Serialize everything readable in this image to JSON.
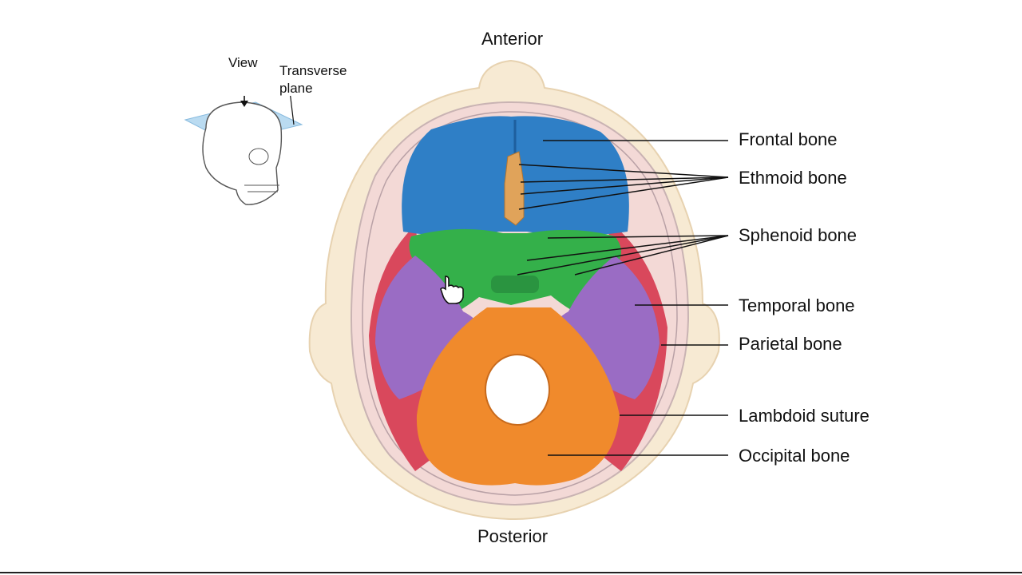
{
  "orientation": {
    "anterior": "Anterior",
    "posterior": "Posterior"
  },
  "inset": {
    "view_label": "View",
    "plane_label_line1": "Transverse",
    "plane_label_line2": "plane"
  },
  "labels": {
    "frontal": "Frontal bone",
    "ethmoid": "Ethmoid bone",
    "sphenoid": "Sphenoid bone",
    "temporal": "Temporal bone",
    "parietal": "Parietal bone",
    "lambdoid": "Lambdoid suture",
    "occipital": "Occipital bone"
  },
  "colors": {
    "frontal": "#2f7fc6",
    "ethmoid": "#e0a35a",
    "sphenoid": "#34b04a",
    "temporal": "#9a6cc4",
    "parietal": "#d9485c",
    "occipital": "#f08a2c",
    "scalp": "#f7ead3",
    "bone_rim": "#f3d9d6"
  },
  "cursor": "hand-pointer-icon"
}
